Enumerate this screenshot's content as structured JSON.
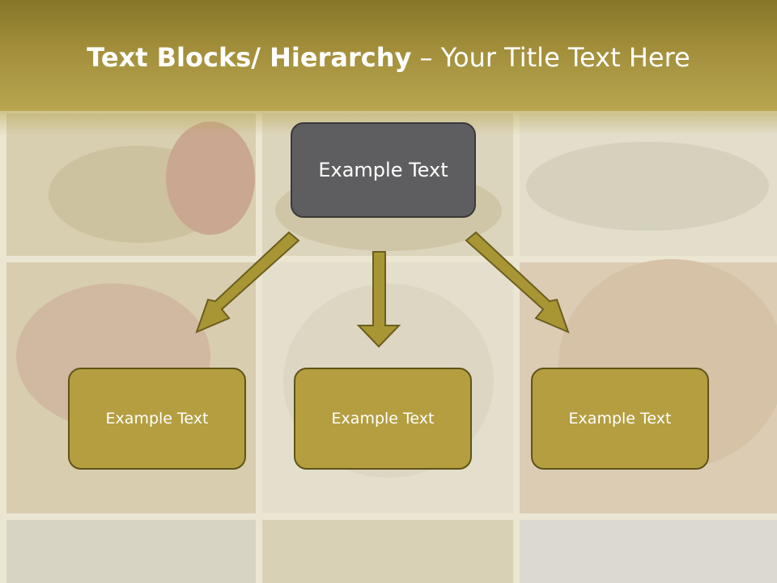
{
  "title": {
    "bold": "Text Blocks/ Hierarchy",
    "rest": " – Your Title Text Here"
  },
  "diagram": {
    "top": "Example Text",
    "children": [
      "Example Text",
      "Example Text",
      "Example Text"
    ]
  },
  "colors": {
    "title_bar": "#a38f3b",
    "top_box": "#5e5e60",
    "child_box": "#b49e40",
    "arrow": "#a89534"
  }
}
